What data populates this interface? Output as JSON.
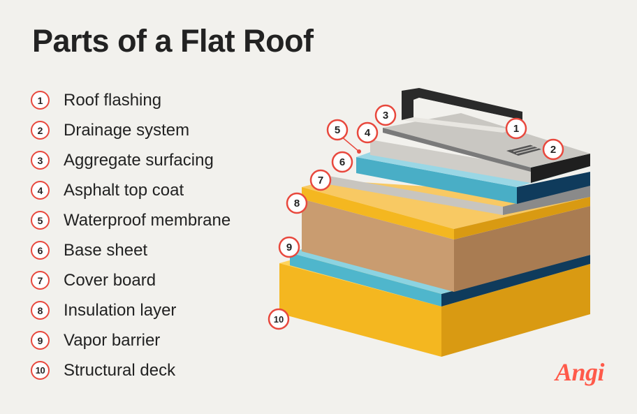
{
  "title": "Parts of a Flat Roof",
  "accent_color": "#e8483d",
  "legend": [
    {
      "number": "1",
      "label": "Roof flashing"
    },
    {
      "number": "2",
      "label": "Drainage system"
    },
    {
      "number": "3",
      "label": "Aggregate surfacing"
    },
    {
      "number": "4",
      "label": "Asphalt top coat"
    },
    {
      "number": "5",
      "label": "Waterproof membrane"
    },
    {
      "number": "6",
      "label": "Base sheet"
    },
    {
      "number": "7",
      "label": "Cover board"
    },
    {
      "number": "8",
      "label": "Insulation layer"
    },
    {
      "number": "9",
      "label": "Vapor barrier"
    },
    {
      "number": "10",
      "label": "Structural deck"
    }
  ],
  "callouts": [
    "1",
    "2",
    "3",
    "4",
    "5",
    "6",
    "7",
    "8",
    "9",
    "10"
  ],
  "layer_colors": {
    "structural_deck": "#f6b91f",
    "vapor_barrier": "#4fb6cc",
    "insulation": "#c7996d",
    "cover_board": "#f8c963",
    "base_sheet": "#b9b6b0",
    "waterproof_membrane": "#49aec6",
    "asphalt": "#8d8d8d",
    "aggregate": "#c9c7c2"
  },
  "logo": "Angi"
}
